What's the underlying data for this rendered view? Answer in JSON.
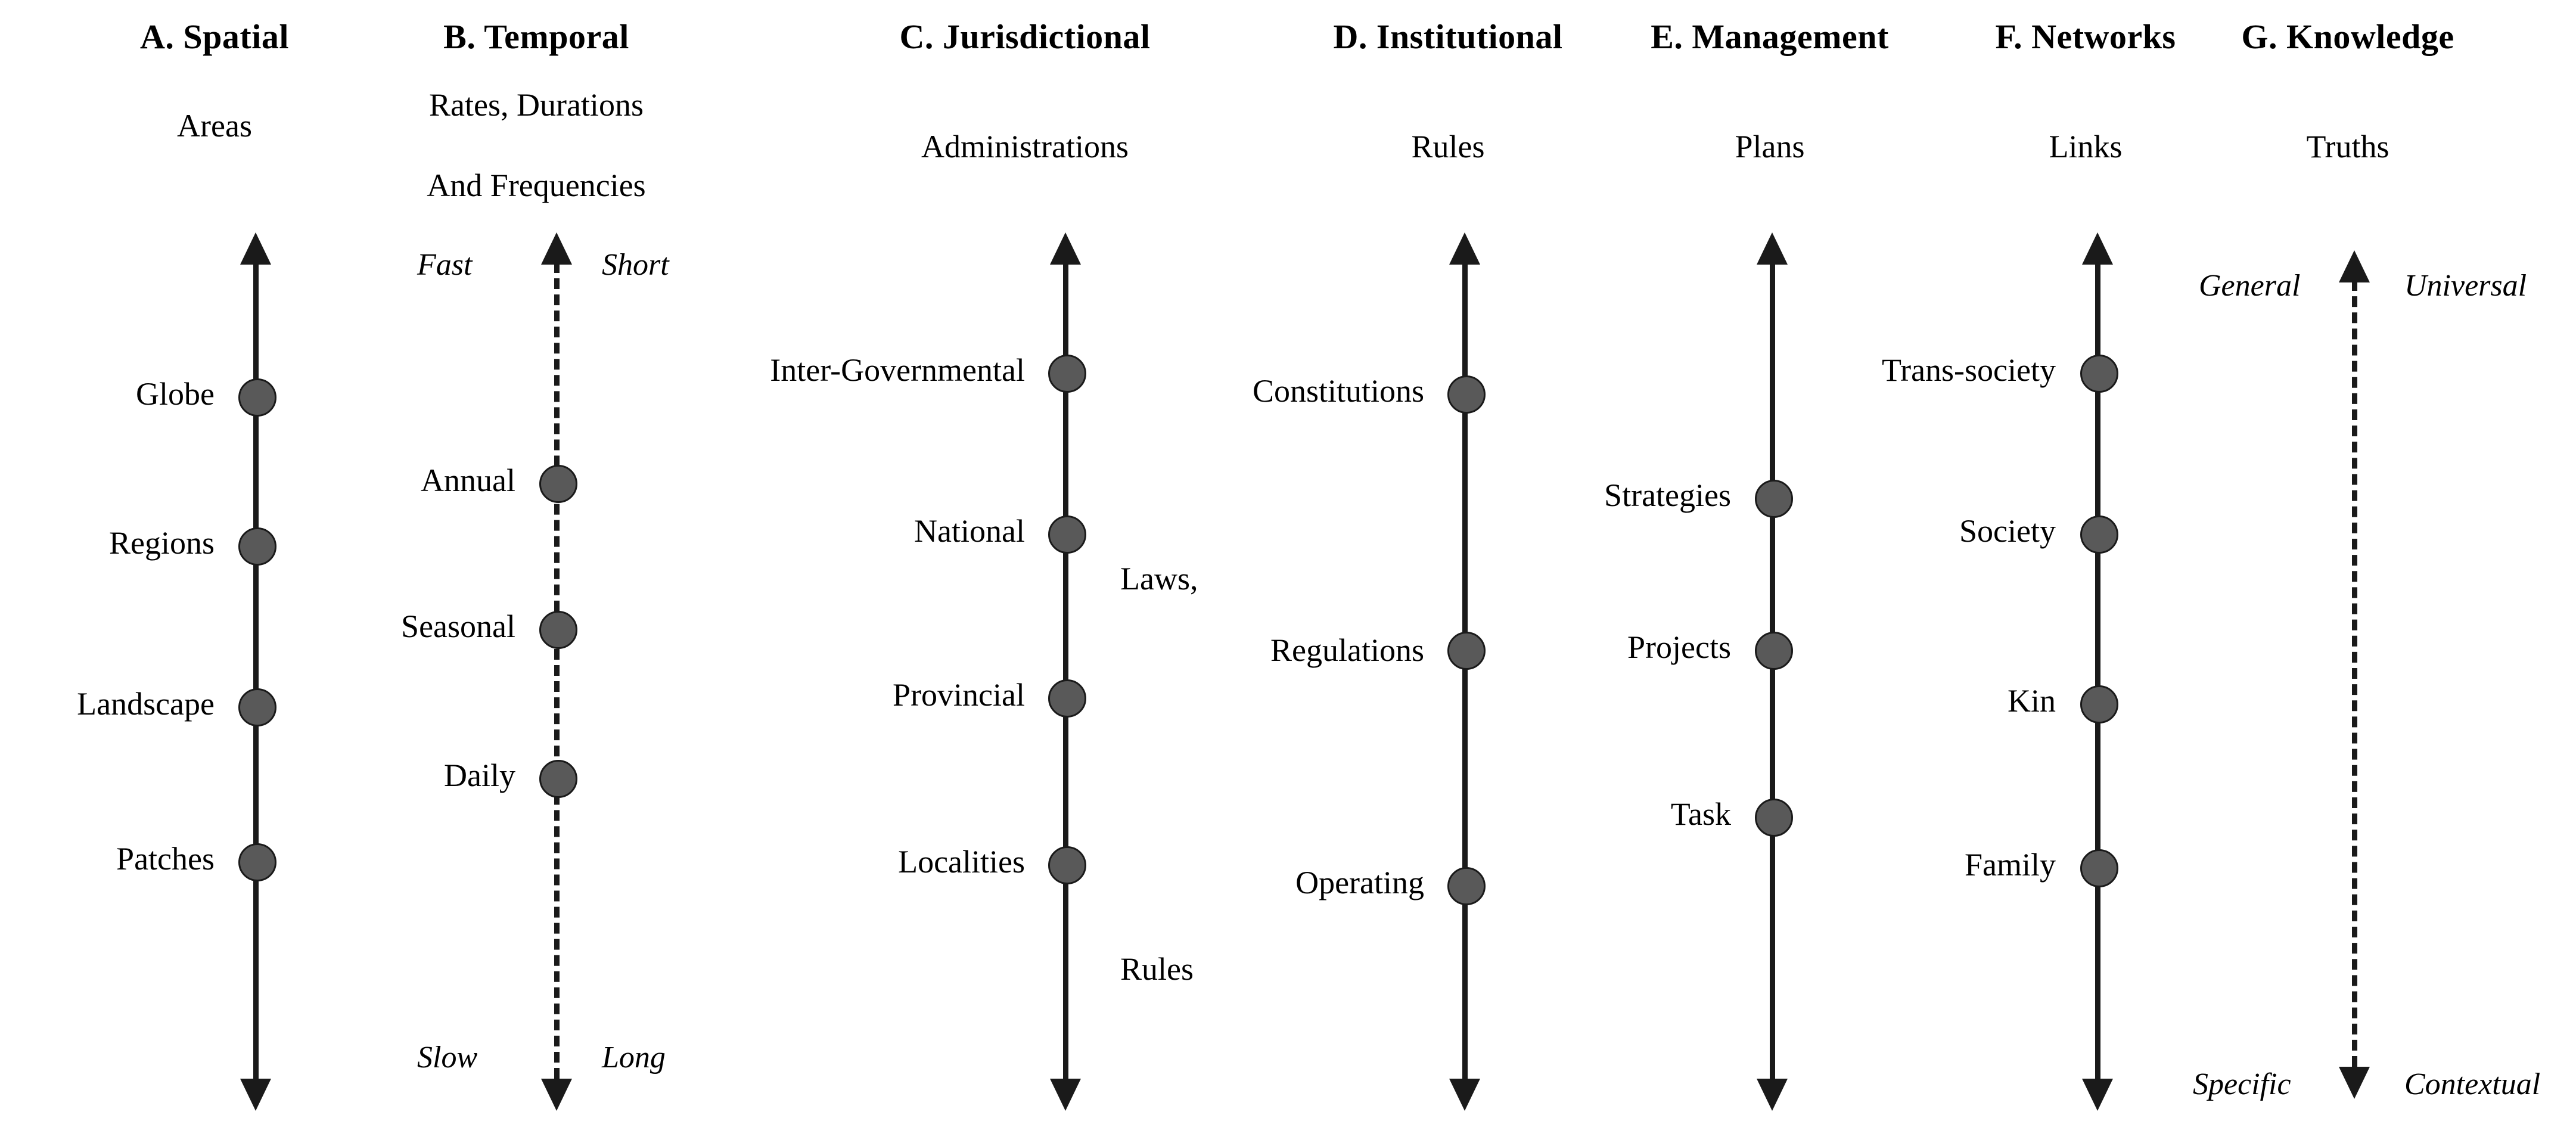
{
  "figure": {
    "title_visible": false,
    "background": "#ffffff",
    "node_color": "#595959",
    "line_color": "#1a1a1a"
  },
  "columns": [
    {
      "id": "spatial",
      "title": "A. Spatial",
      "subtitle": [
        "Areas"
      ],
      "axis_style": "solid",
      "top_labels": [],
      "bottom_labels": [],
      "nodes": [
        {
          "label": "Globe"
        },
        {
          "label": "Regions"
        },
        {
          "label": "Landscape"
        },
        {
          "label": "Patches"
        }
      ]
    },
    {
      "id": "temporal",
      "title": "B. Temporal",
      "subtitle": [
        "Rates, Durations",
        "And Frequencies"
      ],
      "axis_style": "dashed",
      "top_labels": [
        "Fast",
        "Short"
      ],
      "bottom_labels": [
        "Slow",
        "Long"
      ],
      "nodes": [
        {
          "label": "Annual"
        },
        {
          "label": "Seasonal"
        },
        {
          "label": "Daily"
        }
      ]
    },
    {
      "id": "jurisdictional",
      "title": "C. Jurisdictional",
      "subtitle": [
        "Administrations"
      ],
      "axis_style": "solid",
      "top_labels": [],
      "bottom_labels": [],
      "nodes": [
        {
          "label": "Inter-Governmental"
        },
        {
          "label": "National"
        },
        {
          "label": "Provincial"
        },
        {
          "label": "Localities"
        }
      ]
    },
    {
      "id": "institutional",
      "title": "D. Institutional",
      "subtitle": [
        "Rules"
      ],
      "axis_style": "solid",
      "top_labels": [],
      "bottom_labels": [],
      "nodes": [
        {
          "label": "Constitutions"
        },
        {
          "label": "Laws,\nRegulations"
        },
        {
          "label": "Operating\nRules"
        }
      ]
    },
    {
      "id": "management",
      "title": "E. Management",
      "subtitle": [
        "Plans"
      ],
      "axis_style": "solid",
      "top_labels": [],
      "bottom_labels": [],
      "nodes": [
        {
          "label": "Strategies"
        },
        {
          "label": "Projects"
        },
        {
          "label": "Task"
        }
      ]
    },
    {
      "id": "networks",
      "title": "F. Networks",
      "subtitle": [
        "Links"
      ],
      "axis_style": "solid",
      "top_labels": [],
      "bottom_labels": [],
      "nodes": [
        {
          "label": "Trans-society"
        },
        {
          "label": "Society"
        },
        {
          "label": "Kin"
        },
        {
          "label": "Family"
        }
      ]
    },
    {
      "id": "knowledge",
      "title": "G. Knowledge",
      "subtitle": [
        "Truths"
      ],
      "axis_style": "dashed",
      "top_labels": [
        "General",
        "Universal"
      ],
      "bottom_labels": [
        "Specific",
        "Contextual"
      ],
      "nodes": []
    }
  ],
  "labels": {
    "a_title": "A. Spatial",
    "a_sub": "Areas",
    "a_n1": "Globe",
    "a_n2": "Regions",
    "a_n3": "Landscape",
    "a_n4": "Patches",
    "b_title": "B. Temporal",
    "b_sub1": "Rates, Durations",
    "b_sub2": "And Frequencies",
    "b_top_left": "Fast",
    "b_top_right": "Short",
    "b_bot_left": "Slow",
    "b_bot_right": "Long",
    "b_n1": "Annual",
    "b_n2": "Seasonal",
    "b_n3": "Daily",
    "c_title": "C. Jurisdictional",
    "c_sub": "Administrations",
    "c_n1": "Inter-Governmental",
    "c_n2": "National",
    "c_n3": "Provincial",
    "c_n4": "Localities",
    "d_title": "D. Institutional",
    "d_sub": "Rules",
    "d_n1": "Constitutions",
    "d_n2a": "Laws,",
    "d_n2b": "Regulations",
    "d_n3a": "Operating",
    "d_n3b": "Rules",
    "e_title": "E. Management",
    "e_sub": "Plans",
    "e_n1": "Strategies",
    "e_n2": "Projects",
    "e_n3": "Task",
    "f_title": "F. Networks",
    "f_sub": "Links",
    "f_n1": "Trans-society",
    "f_n2": "Society",
    "f_n3": "Kin",
    "f_n4": "Family",
    "g_title": "G. Knowledge",
    "g_sub": "Truths",
    "g_top_left": "General",
    "g_top_right": "Universal",
    "g_bot_left": "Specific",
    "g_bot_right": "Contextual"
  }
}
